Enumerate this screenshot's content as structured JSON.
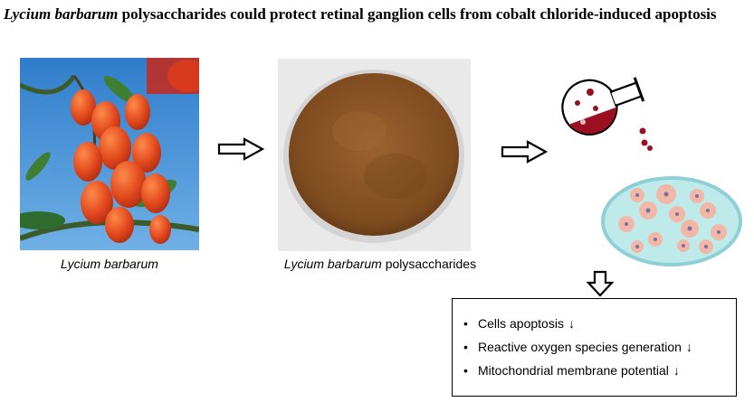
{
  "title": {
    "italic_part": "Lycium barbarum",
    "rest": " polysaccharides could protect retinal ganglion cells from cobalt chloride-induced apoptosis"
  },
  "captions": {
    "berry": "Lycium barbarum",
    "powder_italic": "Lycium barbarum",
    "powder_rest": " polysaccharides"
  },
  "results": [
    {
      "text": "Cells apoptosis",
      "arrow": "↓"
    },
    {
      "text": "Reactive oxygen species generation",
      "arrow": "↓"
    },
    {
      "text": "Mitochondrial membrane potential",
      "arrow": "↓"
    }
  ],
  "colors": {
    "sky": "#3a86cf",
    "berry": "#e0471c",
    "powder": "#8a5523",
    "dish_fill": "#bfeaea",
    "cell": "#f2b7a6",
    "nucleus": "#7b6fa8",
    "liquid": "#9b1020"
  }
}
